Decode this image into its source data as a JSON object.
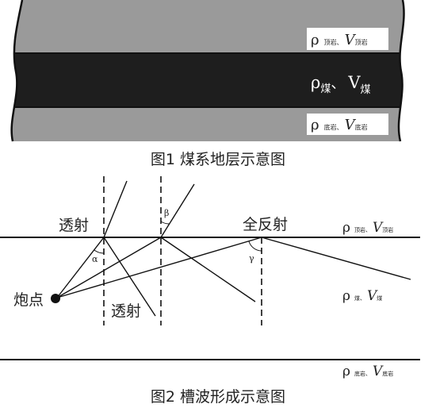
{
  "figure1": {
    "caption": "图1 煤系地层示意图",
    "layers": {
      "roof": {
        "rho": "ρ",
        "sub1": "顶岩",
        "sep": "、",
        "v": "V",
        "sub2": "顶岩"
      },
      "coal": {
        "rho": "ρ",
        "sub1": "煤",
        "sep": "、",
        "v": "V",
        "sub2": "煤"
      },
      "floor": {
        "rho": "ρ",
        "sub1": "底岩",
        "sep": "、",
        "v": "V",
        "sub2": "底岩"
      }
    },
    "colors": {
      "roof": "#9a9a9a",
      "coal": "#1e1e1e",
      "floor": "#9a9a9a",
      "edge": "#111111"
    }
  },
  "figure2": {
    "caption": "图2 槽波形成示意图",
    "labels": {
      "transmit_top": "透射",
      "transmit_bottom": "透射",
      "total_reflection": "全反射",
      "source": "炮点",
      "alpha": "α",
      "beta": "β",
      "gamma": "γ"
    },
    "layers": {
      "roof": {
        "rho": "ρ",
        "sub1": "顶岩",
        "sep": "、",
        "v": "V",
        "sub2": "顶岩"
      },
      "coal": {
        "rho": "ρ",
        "sub1": "煤",
        "sep": "、",
        "v": "V",
        "sub2": "煤"
      },
      "floor": {
        "rho": "ρ",
        "sub1": "底岩",
        "sep": "、",
        "v": "V",
        "sub2": "底岩"
      }
    }
  }
}
